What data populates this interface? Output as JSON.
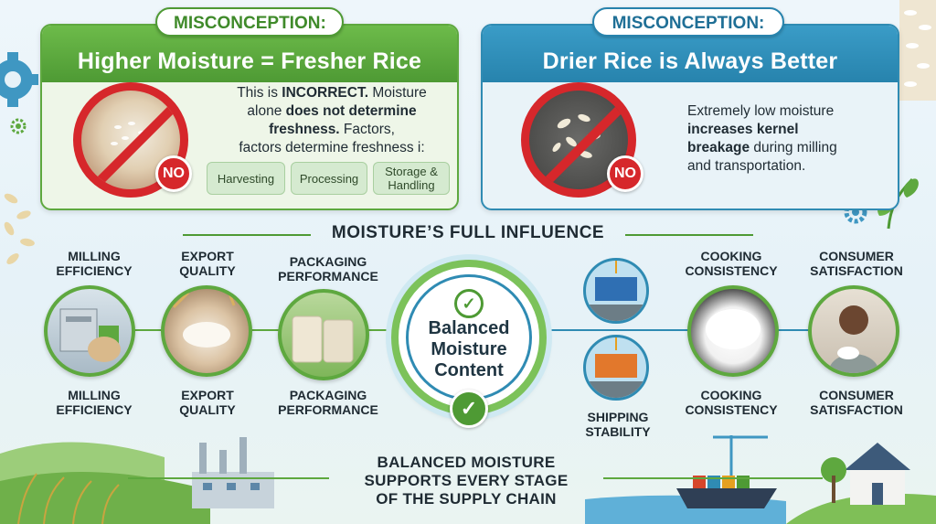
{
  "left_panel": {
    "badge": "MISCONCEPTION:",
    "title": "Higher Moisture = Fresher Rice",
    "no_label": "NO",
    "text_line1_a": "This is ",
    "text_line1_b": "INCORRECT.",
    "text_line1_c": " Moisture",
    "text_line2_a": "alone ",
    "text_line2_b": "does not determine",
    "text_line3_a": "freshness.",
    "text_line3_b": " Factors,",
    "text_line4": "factors determine freshness i:",
    "factors": [
      "Harvesting",
      "Processing",
      "Storage & Handling"
    ],
    "colors": {
      "accent": "#4e9a34",
      "no": "#d6272b"
    }
  },
  "right_panel": {
    "badge": "MISCONCEPTION:",
    "title": "Drier Rice is Always Better",
    "no_label": "NO",
    "text_line1": "Extremely low moisture",
    "text_line2": "increases kernel",
    "text_line3_a": "breakage",
    "text_line3_b": " during milling",
    "text_line4": "and transportation.",
    "colors": {
      "accent": "#2783ad"
    }
  },
  "influence": {
    "title": "MOISTURE’S FULL INFLUENCE",
    "center": {
      "line1": "Balanced",
      "line2": "Moisture",
      "line3": "Content"
    },
    "stages_top": [
      {
        "line1": "MILLING",
        "line2": "EFFICIENCY"
      },
      {
        "line1": "EXPORT",
        "line2": "QUALITY"
      },
      {
        "line1": "PACKAGING",
        "line2": "PERFORMANCE"
      },
      {
        "line1": "COOKING",
        "line2": "CONSISTENCY"
      },
      {
        "line1": "CONSUMER",
        "line2": "SATISFACTION"
      }
    ],
    "stages_bottom": [
      {
        "line1": "MILLING",
        "line2": "EFFICIENCY"
      },
      {
        "line1": "EXPORT",
        "line2": "QUALITY"
      },
      {
        "line1": "PACKAGING",
        "line2": "PERFORMANCE"
      },
      {
        "line1": "SHIPPING",
        "line2": "STABILITY"
      },
      {
        "line1": "COOKING",
        "line2": "CONSISTENCY"
      },
      {
        "line1": "CONSUMER",
        "line2": "SATISFACTION"
      }
    ]
  },
  "footer": {
    "line1": "BALANCED MOISTURE",
    "line2": "SUPPORTS EVERY STAGE",
    "line3": "OF THE SUPPLY CHAIN"
  }
}
